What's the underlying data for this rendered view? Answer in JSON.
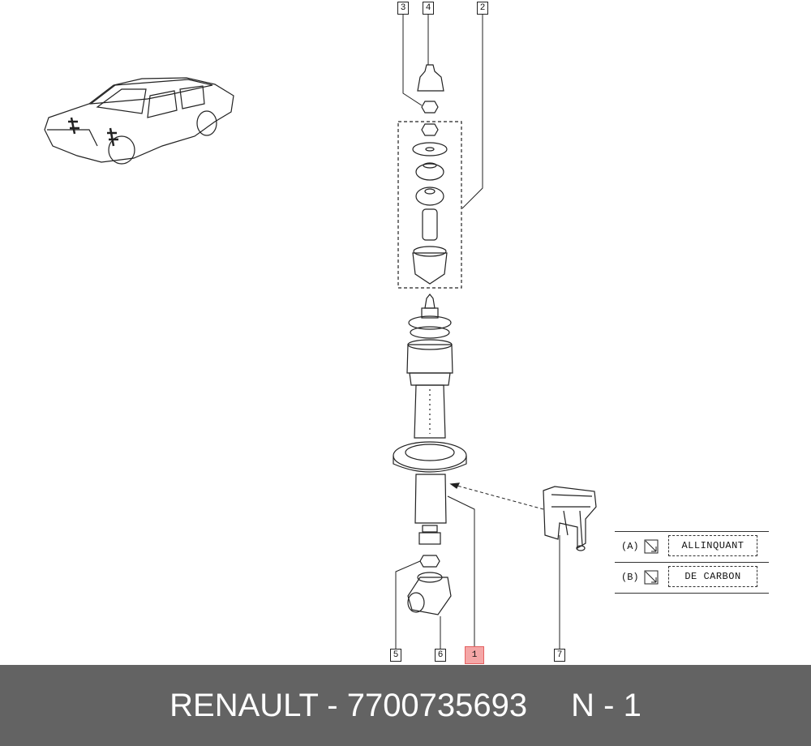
{
  "callouts": {
    "c1": "1",
    "c2": "2",
    "c3": "3",
    "c4": "4",
    "c5": "5",
    "c6": "6",
    "c7": "7"
  },
  "legend": [
    {
      "code": "(A)",
      "label": "ALLINQUANT"
    },
    {
      "code": "(B)",
      "label": "DE CARBON"
    }
  ],
  "footer": {
    "brand": "RENAULT - 7700735693",
    "ref": "N - 1"
  },
  "colors": {
    "footer_bg": "#636363",
    "highlight": "#f4a6a6"
  }
}
